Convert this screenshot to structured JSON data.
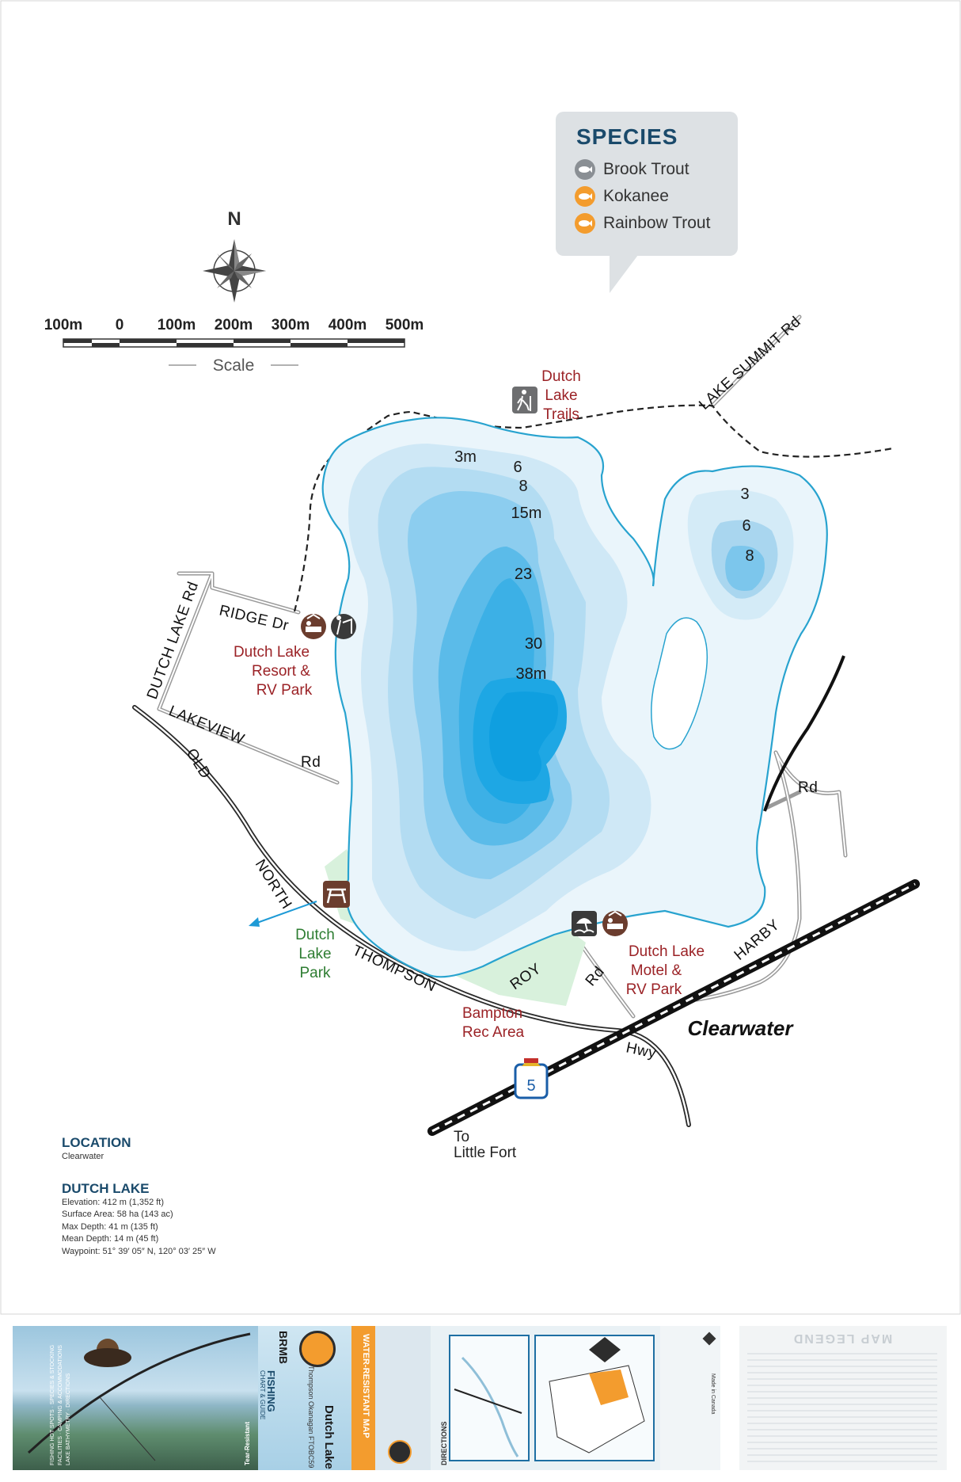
{
  "compass": {
    "north": "N"
  },
  "scale": {
    "labels": [
      "100m",
      "0",
      "100m",
      "200m",
      "300m",
      "400m",
      "500m"
    ],
    "caption": "Scale"
  },
  "species": {
    "title": "SPECIES",
    "items": [
      {
        "name": "Brook Trout",
        "color": "#8a8f94"
      },
      {
        "name": "Kokanee",
        "color": "#f39c2e"
      },
      {
        "name": "Rainbow Trout",
        "color": "#f39c2e"
      }
    ]
  },
  "depths": {
    "main": [
      "3m",
      "6",
      "8",
      "15m",
      "23",
      "30",
      "38m"
    ],
    "east": [
      "3",
      "6",
      "8"
    ]
  },
  "roads": {
    "lake_summit": "LAKE SUMMIT Rd",
    "ridge": "RIDGE Dr",
    "dutch_lake_rd": "DUTCH LAKE Rd",
    "lakeview": "LAKEVIEW",
    "lakeview_rd": "Rd",
    "old": "OLD",
    "north": "NORTH",
    "thompson": "THOMPSON",
    "hwy": "Hwy",
    "roy": "ROY",
    "roy_rd": "Rd",
    "harby": "HARBY",
    "harby_rd": "Rd",
    "hwy_number": "5"
  },
  "places": {
    "trails": [
      "Dutch",
      "Lake",
      "Trails"
    ],
    "resort": [
      "Dutch Lake",
      "Resort &",
      "RV Park"
    ],
    "park": [
      "Dutch",
      "Lake",
      "Park"
    ],
    "bampton": [
      "Bampton",
      "Rec Area"
    ],
    "motel": [
      "Dutch Lake",
      "Motel &",
      "RV Park"
    ],
    "town": "Clearwater",
    "to": [
      "To",
      "Little Fort"
    ]
  },
  "location": {
    "heading": "LOCATION",
    "value": "Clearwater"
  },
  "lake": {
    "heading": "DUTCH LAKE",
    "stats": [
      "Elevation: 412 m (1,352 ft)",
      "Surface Area: 58 ha (143 ac)",
      "Max Depth: 41 m (135 ft)",
      "Mean Depth: 14 m (45 ft)",
      "Waypoint: 51° 39′ 05″ N, 120° 03′ 25″ W"
    ]
  },
  "strip": {
    "photo_lines": [
      "FISHING HOT SPOTS · SPECIES & STOCKING",
      "FACILITIES · CAMPING & ACCOMMODATIONS",
      "LAKE BATHYMETRY · DIRECTIONS"
    ],
    "tear": "Tear-Resistant",
    "brand": "BRMB",
    "fishing": "FISHING",
    "chart_guide": "CHART & GUIDE",
    "region": "Thompson Okanagan FTOBC59",
    "water_resistant": "WATER-RESISTANT MAP",
    "title": "Dutch Lake",
    "directions": "DIRECTIONS",
    "legend": "MAP LEGEND",
    "made_in": "Made in Canada"
  }
}
